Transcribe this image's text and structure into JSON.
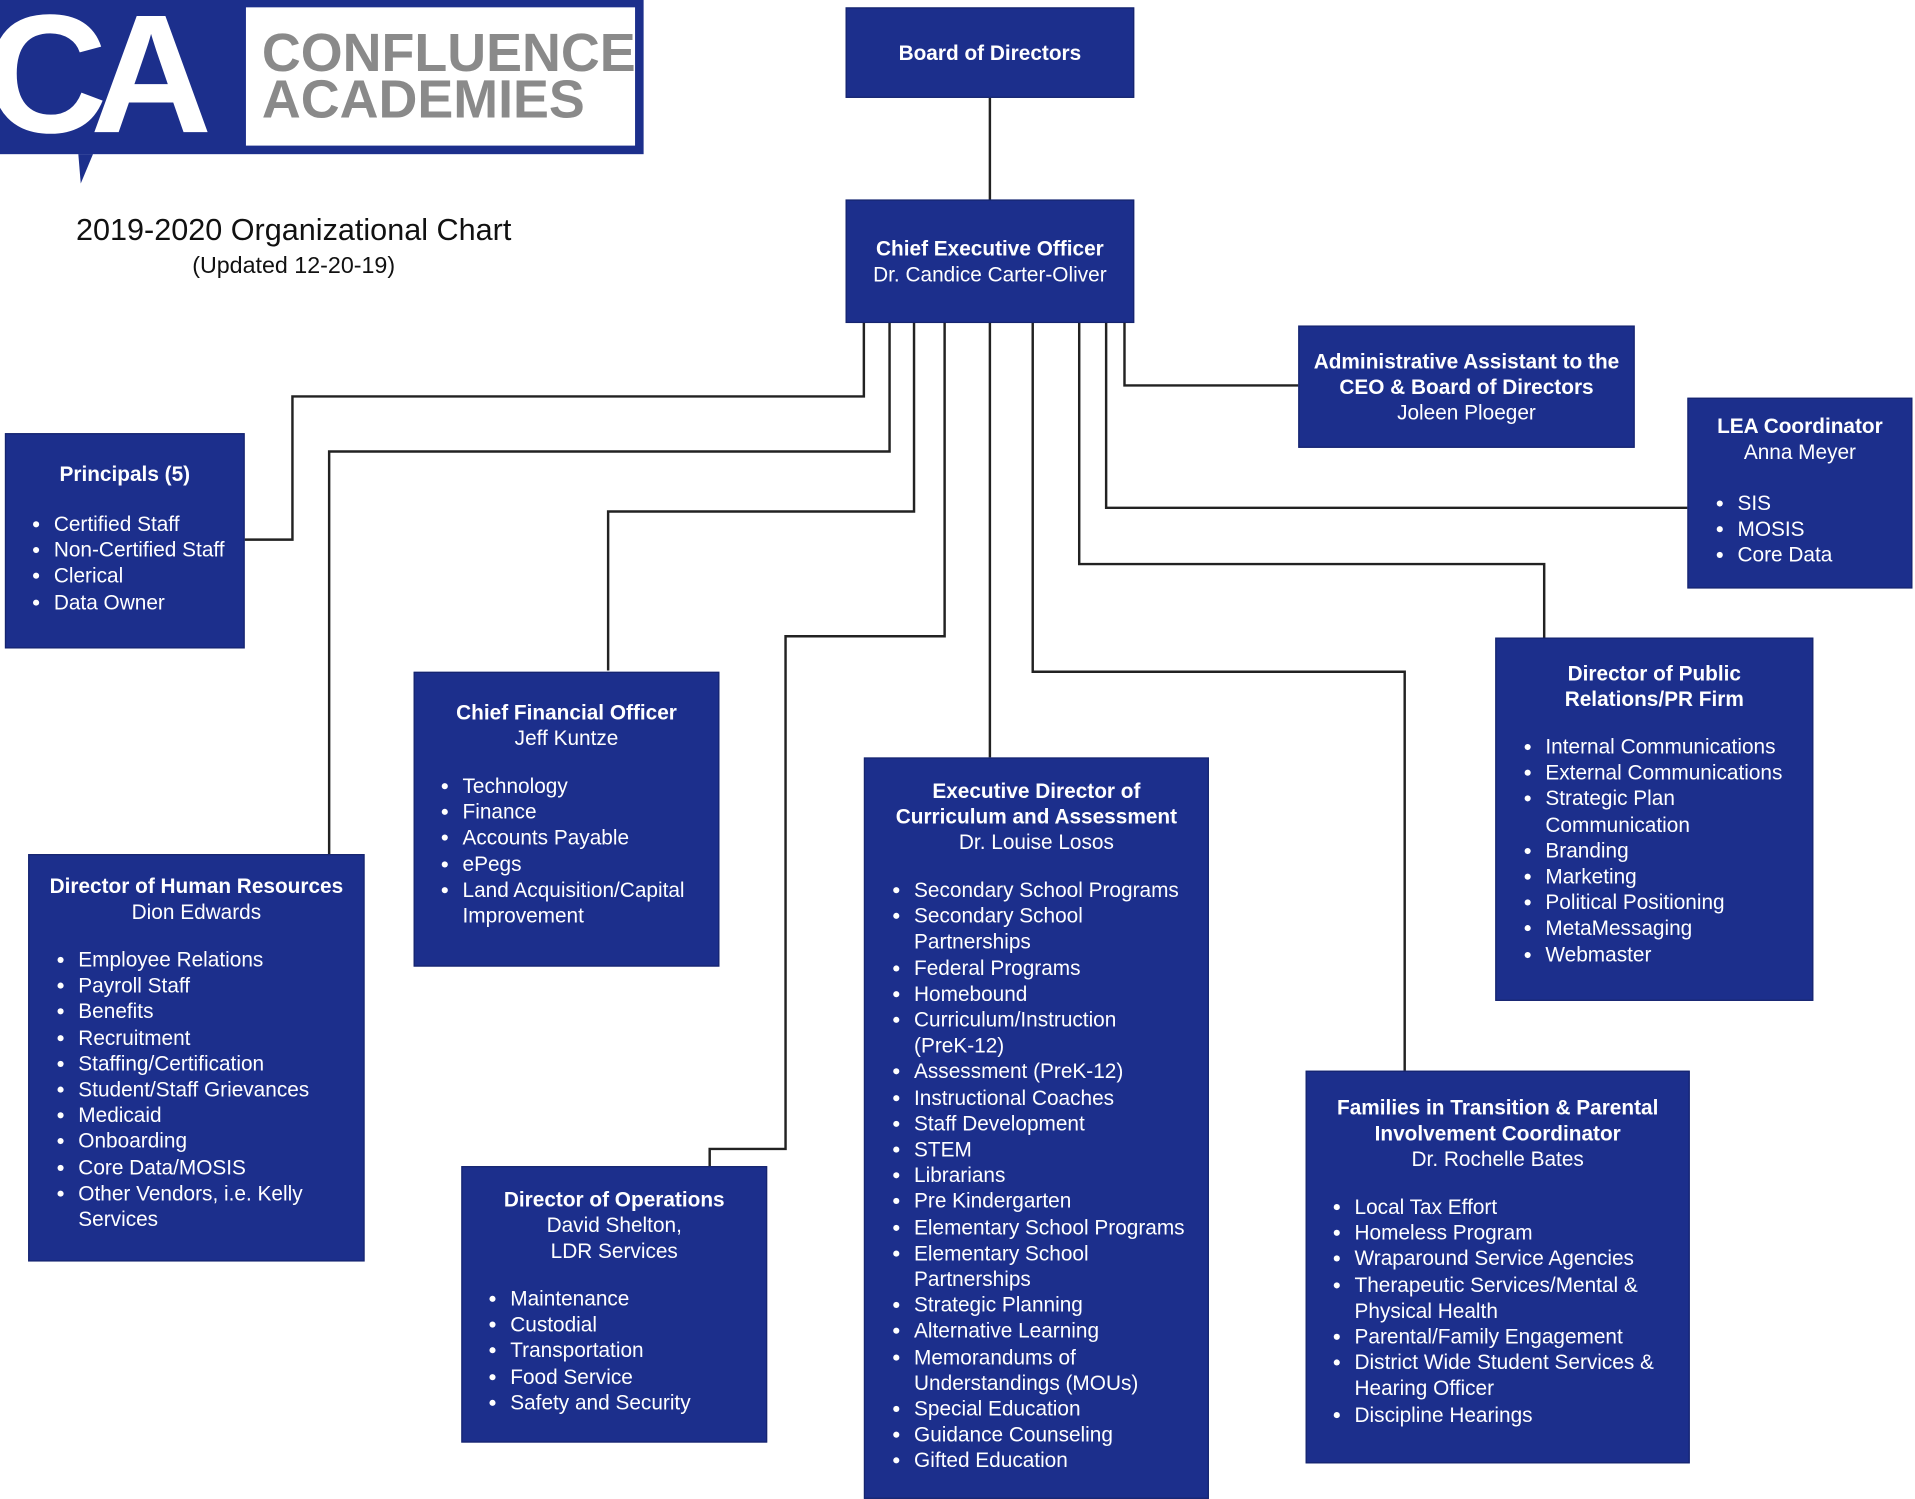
{
  "logo": {
    "mark": "CA",
    "line1": "CONFLUENCE",
    "line2": "ACADEMIES"
  },
  "header": {
    "title": "2019-2020 Organizational Chart",
    "updated": "(Updated 12-20-19)"
  },
  "board": {
    "title": "Board of Directors"
  },
  "ceo": {
    "title": "Chief Executive Officer",
    "name": "Dr. Candice Carter-Oliver"
  },
  "admin": {
    "title_line1": "Administrative Assistant to the",
    "title_line2": "CEO & Board of Directors",
    "name": "Joleen Ploeger"
  },
  "lea": {
    "title": "LEA Coordinator",
    "name": "Anna Meyer",
    "items": [
      "SIS",
      "MOSIS",
      "Core Data"
    ]
  },
  "principals": {
    "title": "Principals (5)",
    "items": [
      "Certified Staff",
      "Non-Certified Staff",
      "Clerical",
      "Data Owner"
    ]
  },
  "cfo": {
    "title": "Chief Financial Officer",
    "name": "Jeff Kuntze",
    "items": [
      "Technology",
      "Finance",
      "Accounts Payable",
      "ePegs",
      "Land Acquisition/Capital Improvement"
    ]
  },
  "hr": {
    "title": "Director of Human Resources",
    "name": "Dion Edwards",
    "items": [
      "Employee Relations",
      "Payroll Staff",
      "Benefits",
      "Recruitment",
      "Staffing/Certification",
      "Student/Staff Grievances",
      "Medicaid",
      "Onboarding",
      "Core Data/MOSIS",
      "Other Vendors, i.e. Kelly Services"
    ]
  },
  "ops": {
    "title": "Director of Operations",
    "name_line1": "David Shelton,",
    "name_line2": "LDR Services",
    "items": [
      "Maintenance",
      "Custodial",
      "Transportation",
      "Food Service",
      "Safety and Security"
    ]
  },
  "curriculum": {
    "title_line1": "Executive Director of",
    "title_line2": "Curriculum and Assessment",
    "name": "Dr. Louise Losos",
    "items": [
      "Secondary School Programs",
      "Secondary School Partnerships",
      "Federal Programs",
      "Homebound",
      "Curriculum/Instruction (PreK-12)",
      "Assessment (PreK-12)",
      "Instructional Coaches",
      "Staff Development",
      "STEM",
      "Librarians",
      "Pre Kindergarten",
      "Elementary School Programs",
      "Elementary School Partnerships",
      "Strategic Planning",
      "Alternative Learning",
      "Memorandums of Understandings (MOUs)",
      "Special Education",
      "Guidance Counseling",
      "Gifted Education"
    ]
  },
  "pr": {
    "title_line1": "Director of Public",
    "title_line2": "Relations/PR Firm",
    "items": [
      "Internal Communications",
      "External Communications",
      "Strategic Plan Communication",
      "Branding",
      "Marketing",
      "Political Positioning",
      "MetaMessaging",
      "Webmaster"
    ]
  },
  "families": {
    "title_line1": "Families in Transition & Parental",
    "title_line2": "Involvement Coordinator",
    "name": "Dr. Rochelle Bates",
    "items": [
      "Local Tax Effort",
      "Homeless Program",
      "Wraparound Service Agencies",
      "Therapeutic Services/Mental & Physical Health",
      "Parental/Family Engagement",
      "District Wide Student Services & Hearing Officer",
      "Discipline Hearings"
    ]
  },
  "colors": {
    "box": "#1c2f8c",
    "line": "#222222",
    "logo_gray": "#8a8a8a"
  }
}
